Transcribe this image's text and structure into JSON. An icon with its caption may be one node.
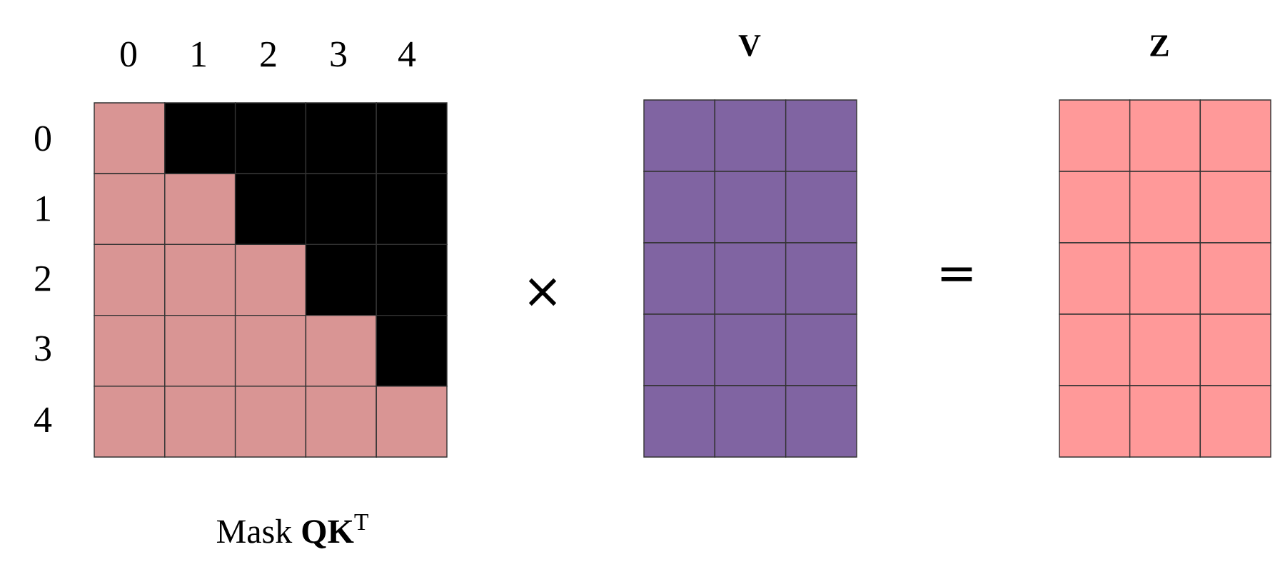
{
  "diagram": {
    "nodes": [
      {
        "text": [
          "Mask **QK**$^{T}$"
        ]
      },
      {
        "text": [
          "V"
        ]
      },
      {
        "text": [
          "Z"
        ]
      }
    ],
    "labels": [
      "0",
      "1",
      "2",
      "3",
      "4",
      "0",
      "1",
      "2",
      "3",
      "4",
      "×",
      "="
    ]
  }
}
